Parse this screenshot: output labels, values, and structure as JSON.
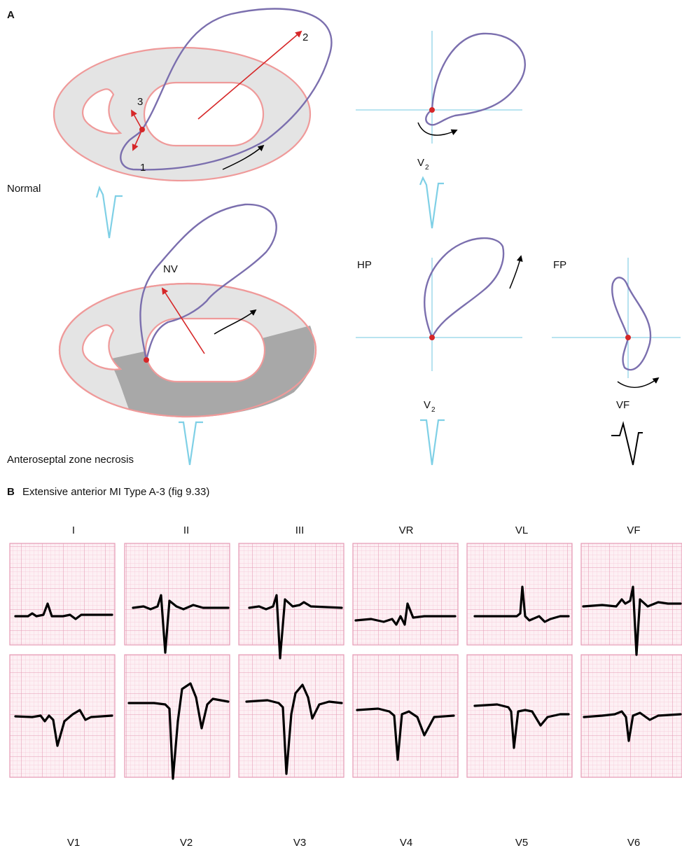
{
  "panel_a": {
    "label": "A",
    "normal_label": "Normal",
    "vector_labels": [
      "1",
      "2",
      "3"
    ],
    "v2_label_top": "V",
    "v2_sub": "2",
    "necrosis_label": "Anteroseptal zone necrosis",
    "nv_label": "NV",
    "hp_label": "HP",
    "fp_label": "FP",
    "v2_label_bottom": "V",
    "vf_label": "VF"
  },
  "panel_b": {
    "label": "B",
    "title": "Extensive anterior MI Type A-3 (fig 9.33)",
    "top_leads": [
      "I",
      "II",
      "III",
      "VR",
      "VL",
      "VF"
    ],
    "bottom_leads": [
      "V1",
      "V2",
      "V3",
      "V4",
      "V5",
      "V6"
    ]
  },
  "colors": {
    "ecg_grid_minor": "#f5c6d6",
    "ecg_grid_major": "#e59ab4",
    "ecg_bg": "#fdf0f4",
    "vector_loop": "#7b6fae",
    "vector_arrow": "#d62728",
    "axis_line": "#8fd3e8",
    "wall_fill": "#e4e4e4",
    "necrosis_fill": "#a8a8a8",
    "wall_outline": "#ef9a9a"
  }
}
